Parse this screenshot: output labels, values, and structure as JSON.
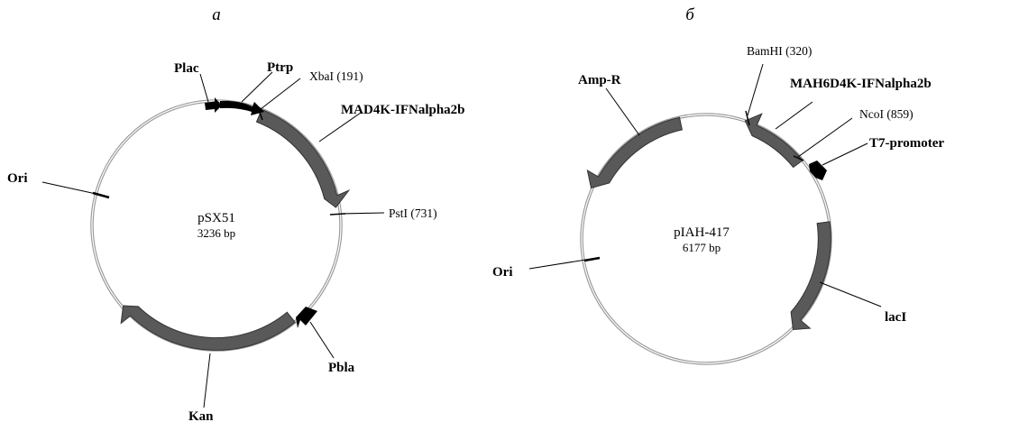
{
  "panels": [
    {
      "letter": "a",
      "plasmid_name": "pSX51",
      "plasmid_size": "3236 bp",
      "features": [
        {
          "label": "Plac",
          "type": "promoter"
        },
        {
          "label": "Ptrp",
          "type": "promoter"
        },
        {
          "label": "MAD4K-IFNalpha2b",
          "type": "gene"
        },
        {
          "label": "Pbla",
          "type": "promoter"
        },
        {
          "label": "Kan",
          "type": "gene"
        },
        {
          "label": "Ori",
          "type": "origin"
        }
      ],
      "sites": [
        {
          "label": "XbaI (191)"
        },
        {
          "label": "PstI (731)"
        }
      ]
    },
    {
      "letter": "б",
      "plasmid_name": "pIAH-417",
      "plasmid_size": "6177 bp",
      "features": [
        {
          "label": "Amp-R",
          "type": "gene"
        },
        {
          "label": "MAH6D4K-IFNalpha2b",
          "type": "gene"
        },
        {
          "label": "T7-promoter",
          "type": "promoter"
        },
        {
          "label": "lacI",
          "type": "gene"
        },
        {
          "label": "Ori",
          "type": "origin"
        }
      ],
      "sites": [
        {
          "label": "BamHI (320)"
        },
        {
          "label": "NcoI (859)"
        }
      ]
    }
  ],
  "colors": {
    "backbone": "#b3b3b3",
    "gene_arrow": "#555555",
    "promoter_arrow": "#000000"
  }
}
